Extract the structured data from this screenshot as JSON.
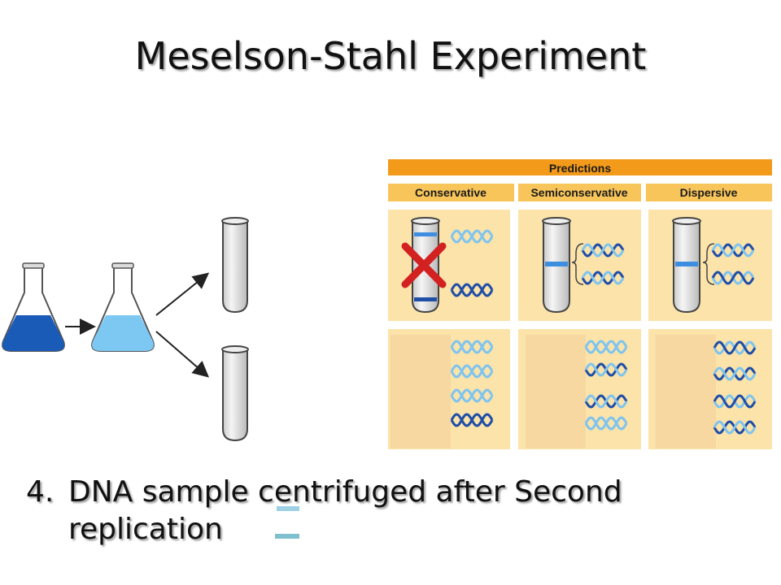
{
  "slide": {
    "title": "Meselson-Stahl Experiment",
    "step_number": "4.",
    "step_text_line1": "DNA sample centrifuged after Second",
    "step_text_line2": "replication"
  },
  "predictions": {
    "header": "Predictions",
    "models": [
      "Conservative",
      "Semiconservative",
      "Dispersive"
    ],
    "rejected_marker": "×"
  },
  "colors": {
    "heavy_dna": "#1f4ea8",
    "light_dna": "#7fc4ee",
    "header_band": "#f39a1a",
    "model_band": "#f7c55a",
    "panel_bg": "#fbe3aa",
    "rejected": "#d32020"
  }
}
